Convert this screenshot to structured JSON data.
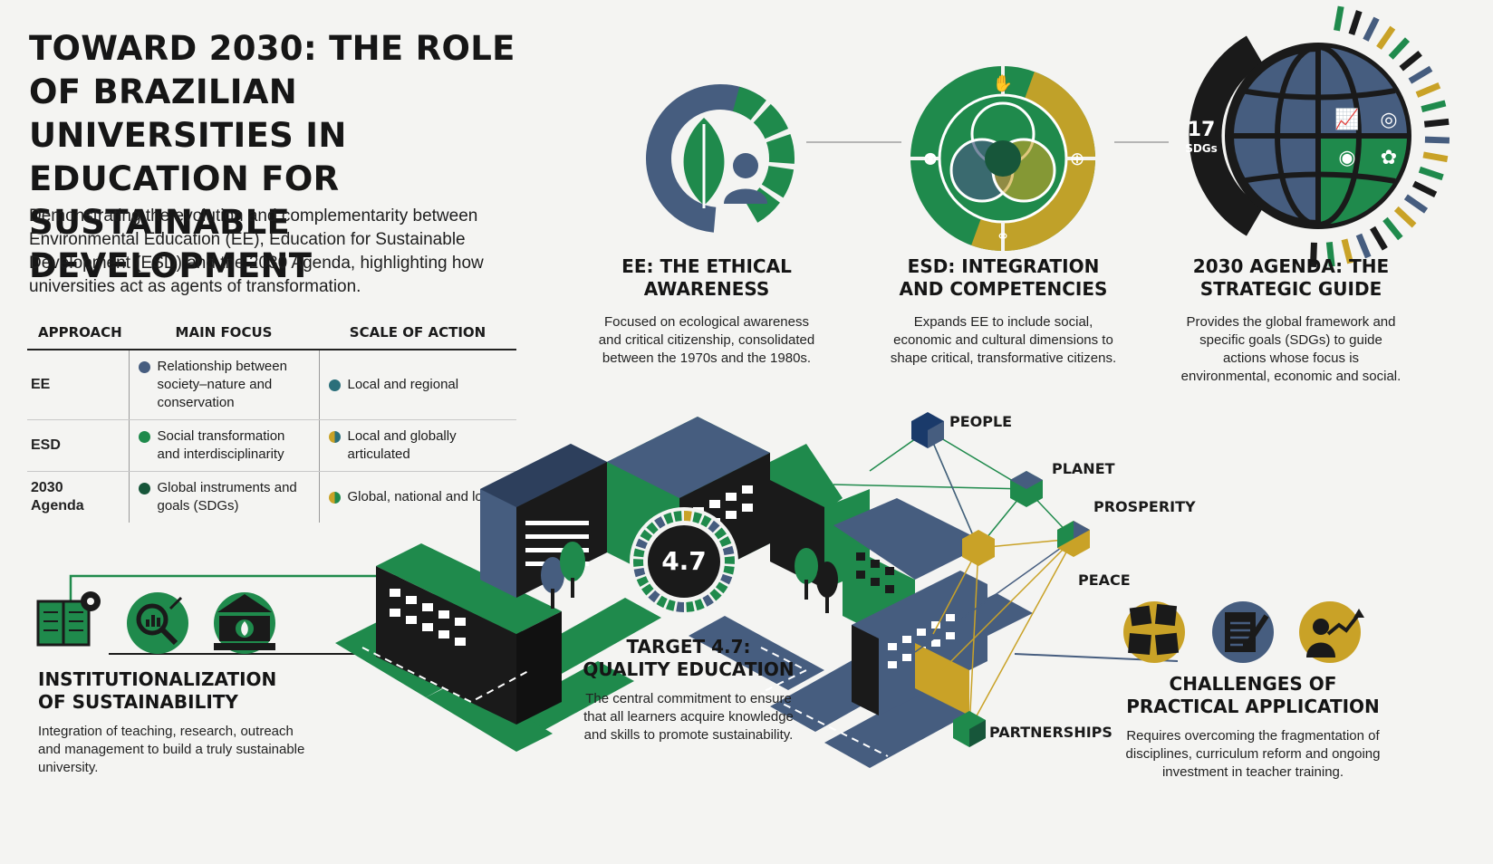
{
  "header": {
    "title": "TOWARD 2030: THE ROLE OF BRAZILIAN UNIVERSITIES IN EDUCATION FOR SUSTAINABLE DEVELOPMENT",
    "subtitle": "Demonstrating the evolution and complementarity between Environmental Education (EE), Education for Sustainable Development (ESD) and the 2030 Agenda, highlighting how universities act as agents of transformation."
  },
  "table": {
    "headers": [
      "APPROACH",
      "MAIN FOCUS",
      "SCALE OF ACTION"
    ],
    "rows": [
      {
        "approach": "EE",
        "focus": "Relationship between society–nature and conservation",
        "scale": "Local and regional"
      },
      {
        "approach": "ESD",
        "focus": "Social transformation and interdisciplinarity",
        "scale": "Local and globally articulated"
      },
      {
        "approach": "2030 Agenda",
        "focus": "Global instruments and goals (SDGs)",
        "scale": "Global, national and local"
      }
    ]
  },
  "stages": {
    "ee": {
      "title": "EE: THE ETHICAL AWARENESS",
      "desc": "Focused on ecological awareness and critical citizenship, consolidated between the 1970s and the 1980s."
    },
    "esd": {
      "title": "ESD: INTEGRATION AND COMPETENCIES",
      "desc": "Expands EE to include social, economic and cultural dimensions to shape critical, transformative citizens."
    },
    "agenda": {
      "title": "2030 AGENDA: THE STRATEGIC GUIDE",
      "desc": "Provides the global framework and specific goals (SDGs) to guide actions whose focus is environmental, economic and social.",
      "sdg_count": "17",
      "sdg_label": "SDGs"
    }
  },
  "target": {
    "badge": "4.7",
    "title": "TARGET 4.7: QUALITY EDUCATION",
    "desc": "The central commitment to ensure that all learners acquire knowledge and skills to promote sustainability."
  },
  "pillars": [
    "PEOPLE",
    "PLANET",
    "PROSPERITY",
    "PEACE",
    "PARTNERSHIPS"
  ],
  "institutionalization": {
    "title": "INSTITUTIONALIZATION OF SUSTAINABILITY",
    "desc": "Integration of teaching, research, outreach and management to build a truly sustainable university."
  },
  "challenges": {
    "title": "CHALLENGES OF PRACTICAL APPLICATION",
    "desc": "Requires overcoming the fragmentation of disciplines, curriculum reform and ongoing investment in teacher training."
  },
  "colors": {
    "green": "#1f8a4c",
    "blue": "#465d7f",
    "gold": "#c9a227",
    "dark": "#1a1a1a",
    "darkgreen": "#17563a",
    "teal": "#2b6f7a"
  }
}
